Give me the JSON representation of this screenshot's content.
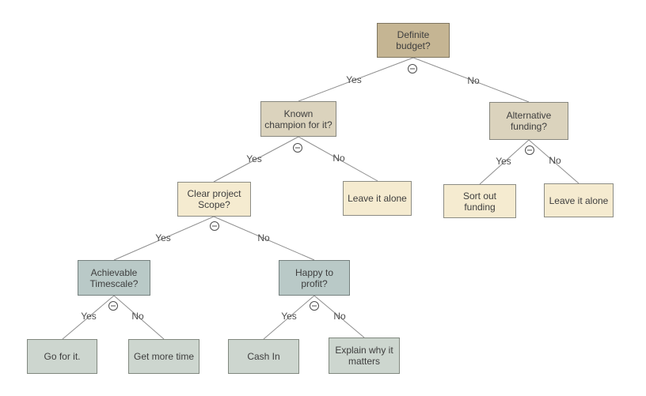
{
  "diagram": {
    "type": "decision-tree",
    "nodes": {
      "budget": {
        "label": "Definite budget?",
        "lines": [
          "Definite",
          "budget?"
        ]
      },
      "champion": {
        "label": "Known champion for it?",
        "lines": [
          "Known",
          "champion for it?"
        ]
      },
      "altfunding": {
        "label": "Alternative funding?",
        "lines": [
          "Alternative",
          "funding?"
        ]
      },
      "scope": {
        "label": "Clear project Scope?",
        "lines": [
          "Clear project",
          "Scope?"
        ]
      },
      "leave1": {
        "label": "Leave it alone",
        "lines": [
          "Leave it alone"
        ]
      },
      "sortout": {
        "label": "Sort out funding",
        "lines": [
          "Sort out",
          "funding"
        ]
      },
      "leave2": {
        "label": "Leave it alone",
        "lines": [
          "Leave it alone"
        ]
      },
      "timescale": {
        "label": "Achievable Timescale?",
        "lines": [
          "Achievable",
          "Timescale?"
        ]
      },
      "profit": {
        "label": "Happy to profit?",
        "lines": [
          "Happy to",
          "profit?"
        ]
      },
      "goforit": {
        "label": "Go for it.",
        "lines": [
          "Go for it."
        ]
      },
      "gettime": {
        "label": "Get more time",
        "lines": [
          "Get more time"
        ]
      },
      "cashin": {
        "label": "Cash In",
        "lines": [
          "Cash In"
        ]
      },
      "explain": {
        "label": "Explain why it matters",
        "lines": [
          "Explain why it",
          "matters"
        ]
      }
    },
    "edges": [
      {
        "from": "budget",
        "to": "champion",
        "label": "Yes"
      },
      {
        "from": "budget",
        "to": "altfunding",
        "label": "No"
      },
      {
        "from": "champion",
        "to": "scope",
        "label": "Yes"
      },
      {
        "from": "champion",
        "to": "leave1",
        "label": "No"
      },
      {
        "from": "altfunding",
        "to": "sortout",
        "label": "Yes"
      },
      {
        "from": "altfunding",
        "to": "leave2",
        "label": "No"
      },
      {
        "from": "scope",
        "to": "timescale",
        "label": "Yes"
      },
      {
        "from": "scope",
        "to": "profit",
        "label": "No"
      },
      {
        "from": "timescale",
        "to": "goforit",
        "label": "Yes"
      },
      {
        "from": "timescale",
        "to": "gettime",
        "label": "No"
      },
      {
        "from": "profit",
        "to": "cashin",
        "label": "Yes"
      },
      {
        "from": "profit",
        "to": "explain",
        "label": "No"
      }
    ],
    "icons": {
      "branch_toggle": "minus-circle"
    },
    "colors": {
      "canvas_bg": "#ffffff",
      "root_fill": "#c5b593",
      "root_border": "#7e755f",
      "beige_fill": "#dbd3bd",
      "beige_border": "#87877f",
      "cream_fill": "#f5ebd0",
      "cream_border": "#8c8c84",
      "slate_fill": "#b9c9c7",
      "slate_border": "#75807e",
      "sage_fill": "#cdd6cf",
      "sage_border": "#81887f",
      "edge_line": "#8e8e8e",
      "edge_label": "#4e4e4e",
      "node_text": "#3e3e3e",
      "toggle_icon": "#4e4e4e"
    }
  }
}
